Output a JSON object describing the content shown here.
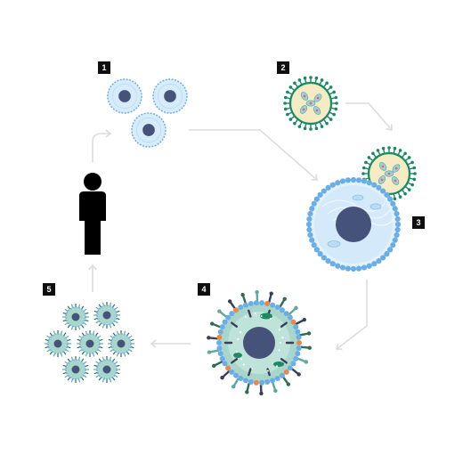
{
  "steps": [
    {
      "number": "1"
    },
    {
      "number": "2"
    },
    {
      "number": "3"
    },
    {
      "number": "4"
    },
    {
      "number": "5"
    }
  ],
  "colors": {
    "arrow": "#dcdcdc",
    "badge": "#0f0f0f",
    "person": "#000000",
    "cell_fill": "#d7ecfb",
    "cell_edge": "#6aaee8",
    "nucleus": "#45527a",
    "spike": "#1a8a64",
    "virus_core": "#f6ecc4",
    "infected_fill": "#a9d6cb",
    "orange_marker": "#e8894a",
    "teal_antigen": "#5fa89a"
  },
  "icons": [
    "person-icon",
    "healthy-cell-icon",
    "virus-icon",
    "infected-cell-icon",
    "viral-progeny-icon"
  ]
}
